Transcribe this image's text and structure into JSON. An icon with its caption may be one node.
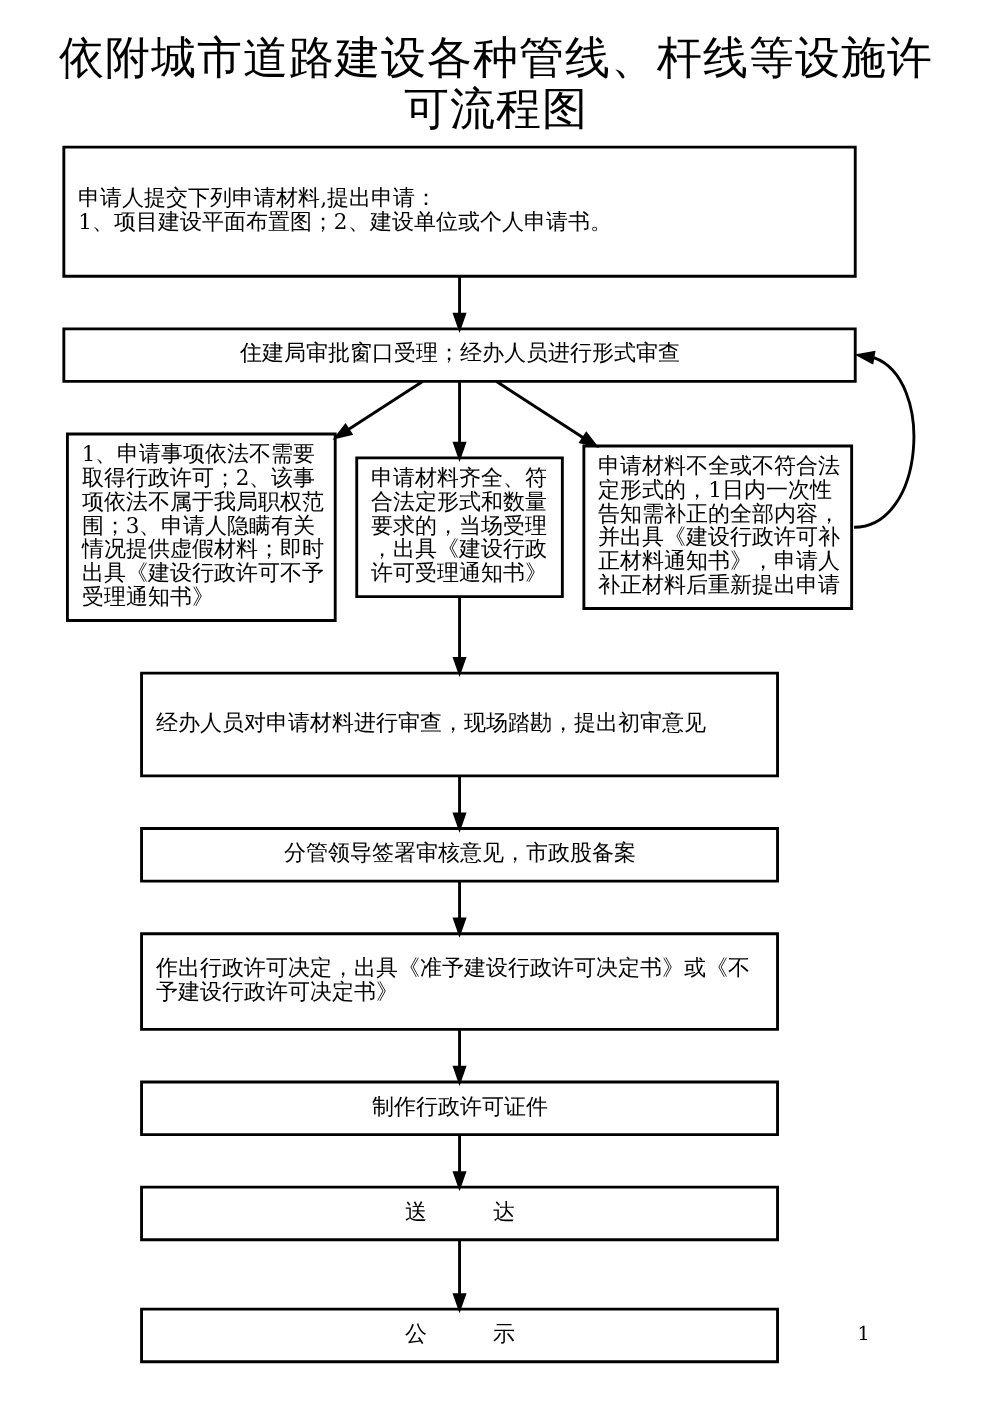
{
  "diagram": {
    "title": "依附城市道路建设各种管线、杆线等设施许可流程图",
    "nodes": [
      {
        "text": [
          "申请人提交下列申请材料,提出申请：",
          "1、项目建设平面布置图；2、建设单位或个人申请书。"
        ]
      },
      {
        "text": [
          "住建局审批窗口受理；经办人员进行形式审查"
        ]
      },
      {
        "text": [
          "1、申请事项依法不需要取得行政许可；2、该事项依法不属于我局职权范围；3、申请人隐瞒有关情况提供虚假材料；即时出具《建设行政许可不予受理通知书》"
        ]
      },
      {
        "text": [
          "申请材料齐全、符合法定形式和数量要求的，当场受理，出具《建设行政许可受理通知书》"
        ]
      },
      {
        "text": [
          "申请材料不全或不符合法定形式的，1日内一次性告知需补正的全部内容，并出具《建设行政许可补正材料通知书》，申请人补正材料后重新提出申请"
        ]
      },
      {
        "text": [
          "经办人员对申请材料进行审查，现场踏勘，提出初审意见"
        ]
      },
      {
        "text": [
          "分管领导签署审核意见，市政股备案"
        ]
      },
      {
        "text": [
          "作出行政许可决定，出具《准予建设行政许可决定书》或《不予建设行政许可决定书》"
        ]
      },
      {
        "text": [
          "制作行政许可证件"
        ]
      },
      {
        "text": [
          "送　　　达"
        ]
      },
      {
        "text": [
          "公　　　示"
        ]
      }
    ],
    "edges": [
      {
        "from": 0,
        "to": 1,
        "arrow": "to"
      },
      {
        "from": 1,
        "to": 2,
        "arrow": "to"
      },
      {
        "from": 1,
        "to": 3,
        "arrow": "to"
      },
      {
        "from": 1,
        "to": 4,
        "arrow": "to"
      },
      {
        "from": 4,
        "to": 1,
        "arrow": "to"
      },
      {
        "from": 3,
        "to": 5,
        "arrow": "to"
      },
      {
        "from": 5,
        "to": 6,
        "arrow": "to"
      },
      {
        "from": 6,
        "to": 7,
        "arrow": "to"
      },
      {
        "from": 7,
        "to": 8,
        "arrow": "to"
      },
      {
        "from": 8,
        "to": 9,
        "arrow": "to"
      },
      {
        "from": 9,
        "to": 10,
        "arrow": "to"
      }
    ],
    "labels": [
      "1"
    ]
  }
}
